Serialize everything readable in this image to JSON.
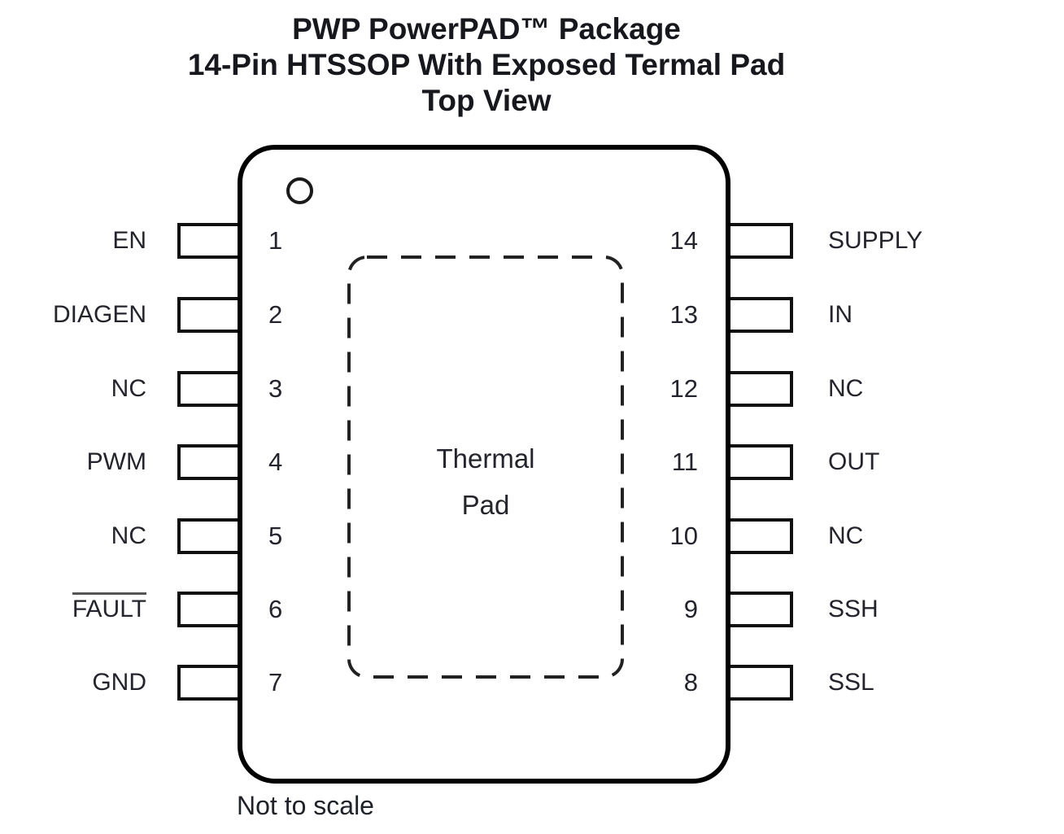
{
  "title": {
    "line1": "PWP PowerPAD™ Package",
    "line2": "14-Pin HTSSOP With Exposed Termal Pad",
    "line3": "Top View"
  },
  "chip": {
    "thermal_pad": {
      "line1": "Thermal",
      "line2": "Pad"
    },
    "pin1_marker": "pin1-indicator-circle"
  },
  "note": "Not to scale",
  "pins": {
    "left": [
      {
        "number": "1",
        "label": "EN",
        "overline": false
      },
      {
        "number": "2",
        "label": "DIAGEN",
        "overline": false
      },
      {
        "number": "3",
        "label": "NC",
        "overline": false
      },
      {
        "number": "4",
        "label": "PWM",
        "overline": false
      },
      {
        "number": "5",
        "label": "NC",
        "overline": false
      },
      {
        "number": "6",
        "label": "FAULT",
        "overline": true
      },
      {
        "number": "7",
        "label": "GND",
        "overline": false
      }
    ],
    "right": [
      {
        "number": "14",
        "label": "SUPPLY",
        "overline": false
      },
      {
        "number": "13",
        "label": "IN",
        "overline": false
      },
      {
        "number": "12",
        "label": "NC",
        "overline": false
      },
      {
        "number": "11",
        "label": "OUT",
        "overline": false
      },
      {
        "number": "10",
        "label": "NC",
        "overline": false
      },
      {
        "number": "9",
        "label": "SSH",
        "overline": false
      },
      {
        "number": "8",
        "label": "SSL",
        "overline": false
      }
    ]
  },
  "colors": {
    "outline": "#000000",
    "text": "#23242c",
    "overline": "#555555",
    "background": "#ffffff"
  }
}
